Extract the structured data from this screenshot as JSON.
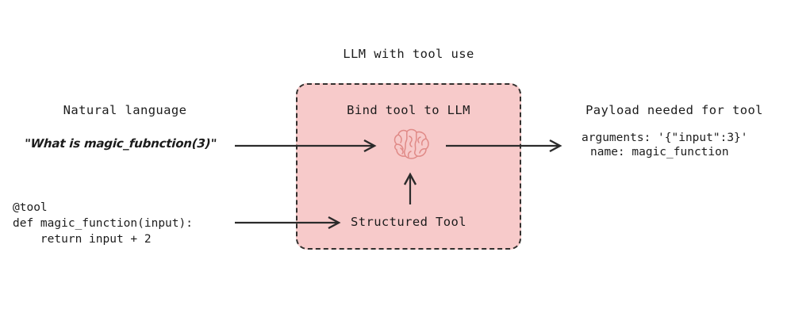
{
  "diagram": {
    "title": "LLM with tool use",
    "background_color": "#ffffff",
    "panel": {
      "label": "Bind tool to LLM",
      "fill_color": "#f7caca",
      "border_color": "#33302e",
      "border_style": "dashed",
      "inner_label": "Structured Tool",
      "icon_name": "brain-icon",
      "icon_color": "#e08a87"
    },
    "left_column": {
      "heading": "Natural language",
      "quote": "\"What is magic_fubnction(3)\"",
      "code": "@tool\ndef magic_function(input):\n    return input + 2"
    },
    "right_column": {
      "heading": "Payload needed for tool",
      "payload_line_1": "arguments: '{\"input\":3}'",
      "payload_line_2": "name: magic_function"
    },
    "arrows": [
      {
        "name": "arrow-natural-language-to-llm",
        "direction": "right"
      },
      {
        "name": "arrow-llm-to-payload",
        "direction": "right"
      },
      {
        "name": "arrow-tool-definition-to-structured-tool",
        "direction": "right"
      },
      {
        "name": "arrow-structured-tool-to-llm",
        "direction": "up"
      }
    ],
    "arrow_color": "#2b2b2b"
  }
}
